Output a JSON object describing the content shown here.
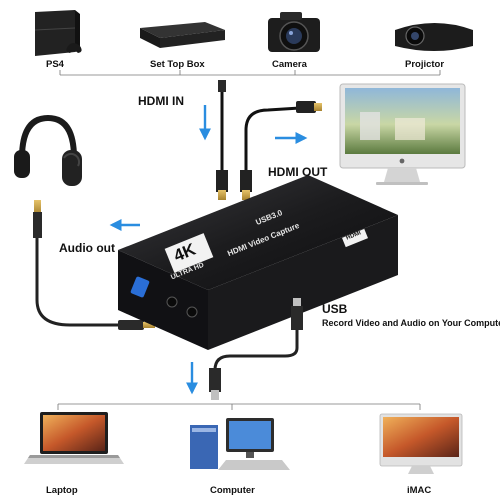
{
  "top_devices": [
    {
      "label": "PS4",
      "icon": "ps4-console-icon"
    },
    {
      "label": "Set Top Box",
      "icon": "set-top-box-icon"
    },
    {
      "label": "Camera",
      "icon": "camera-icon"
    },
    {
      "label": "Projictor",
      "icon": "projector-icon"
    }
  ],
  "bottom_devices": [
    {
      "label": "Laptop",
      "icon": "laptop-icon"
    },
    {
      "label": "Computer",
      "icon": "desktop-computer-icon"
    },
    {
      "label": "iMAC",
      "icon": "imac-icon"
    }
  ],
  "connections": {
    "hdmi_in": "HDMI IN",
    "hdmi_out": "HDMI OUT",
    "audio_out": "Audio out",
    "usb": "USB",
    "usb_desc": "Record Video and Audio on Your Computer"
  },
  "device": {
    "badge_4k": "4K",
    "ultra_hd": "ULTRA HD",
    "usb_version": "USB3.0",
    "product_name": "HDMI Video Capture",
    "hdmi_port_label": "HDMI"
  },
  "colors": {
    "arrow": "#2a8de0",
    "device_body": "#1c1c1e",
    "line": "#666666"
  }
}
